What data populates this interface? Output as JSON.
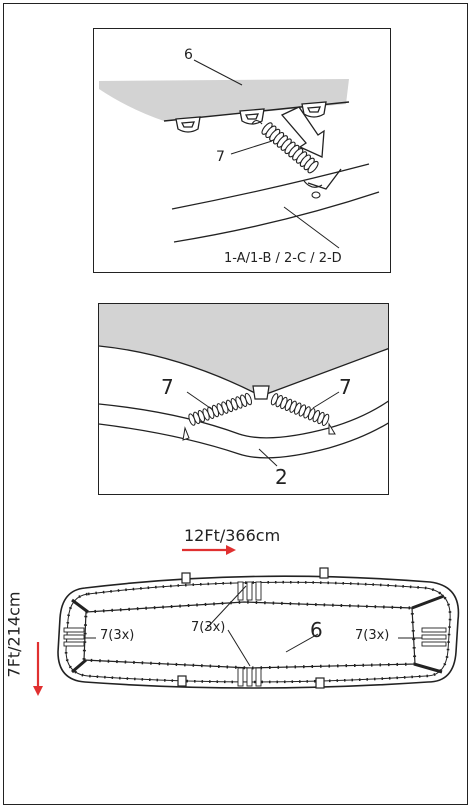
{
  "panel_top": {
    "label_mat": "6",
    "label_spring": "7",
    "label_frame": "1-A/1-B / 2-C / 2-D"
  },
  "panel_middle": {
    "label_spring_left": "7",
    "label_spring_right": "7",
    "label_frame": "2"
  },
  "overview": {
    "width_dimension": "12Ft/366cm",
    "height_dimension": "7Ft/214cm",
    "spring_group_left": "7(3x)",
    "spring_group_center": "7(3x)",
    "spring_group_right": "7(3x)",
    "label_mat": "6",
    "arrow_color": "#e03030"
  }
}
